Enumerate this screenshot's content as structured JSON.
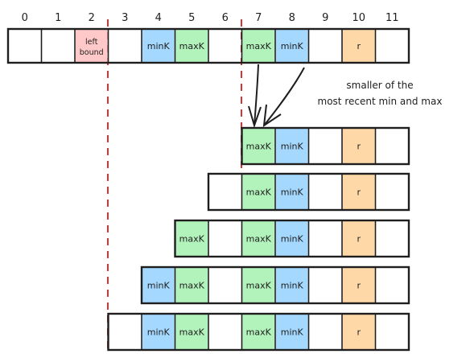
{
  "indices": [
    "0",
    "1",
    "2",
    "3",
    "4",
    "5",
    "6",
    "7",
    "8",
    "9",
    "10",
    "11"
  ],
  "colors": {
    "left_bound": "#ffc9c9",
    "min": "#a5d8ff",
    "max": "#b2f2bb",
    "r": "#ffd8a8",
    "dashed_line": "#e03131",
    "stroke": "#1e1e1e"
  },
  "top_row": {
    "cells": [
      {
        "label": "",
        "kind": "empty"
      },
      {
        "label": "",
        "kind": "empty"
      },
      {
        "label": "left bound",
        "lines": [
          "left",
          "bound"
        ],
        "kind": "left_bound"
      },
      {
        "label": "",
        "kind": "empty"
      },
      {
        "label": "minK",
        "kind": "min"
      },
      {
        "label": "maxK",
        "kind": "max"
      },
      {
        "label": "",
        "kind": "empty"
      },
      {
        "label": "maxK",
        "kind": "max"
      },
      {
        "label": "minK",
        "kind": "min"
      },
      {
        "label": "",
        "kind": "empty"
      },
      {
        "label": "r",
        "kind": "r"
      },
      {
        "label": "",
        "kind": "empty"
      }
    ]
  },
  "annotation": {
    "lines": [
      "smaller of the",
      "most recent min and max"
    ]
  },
  "window_rows": [
    {
      "start": 7,
      "cells": [
        {
          "label": "maxK",
          "kind": "max"
        },
        {
          "label": "minK",
          "kind": "min"
        },
        {
          "label": "",
          "kind": "empty"
        },
        {
          "label": "r",
          "kind": "r"
        },
        {
          "label": "",
          "kind": "empty"
        }
      ]
    },
    {
      "start": 6,
      "cells": [
        {
          "label": "",
          "kind": "empty"
        },
        {
          "label": "maxK",
          "kind": "max"
        },
        {
          "label": "minK",
          "kind": "min"
        },
        {
          "label": "",
          "kind": "empty"
        },
        {
          "label": "r",
          "kind": "r"
        },
        {
          "label": "",
          "kind": "empty"
        }
      ]
    },
    {
      "start": 5,
      "cells": [
        {
          "label": "maxK",
          "kind": "max"
        },
        {
          "label": "",
          "kind": "empty"
        },
        {
          "label": "maxK",
          "kind": "max"
        },
        {
          "label": "minK",
          "kind": "min"
        },
        {
          "label": "",
          "kind": "empty"
        },
        {
          "label": "r",
          "kind": "r"
        },
        {
          "label": "",
          "kind": "empty"
        }
      ]
    },
    {
      "start": 4,
      "cells": [
        {
          "label": "minK",
          "kind": "min"
        },
        {
          "label": "maxK",
          "kind": "max"
        },
        {
          "label": "",
          "kind": "empty"
        },
        {
          "label": "maxK",
          "kind": "max"
        },
        {
          "label": "minK",
          "kind": "min"
        },
        {
          "label": "",
          "kind": "empty"
        },
        {
          "label": "r",
          "kind": "r"
        },
        {
          "label": "",
          "kind": "empty"
        }
      ]
    },
    {
      "start": 3,
      "cells": [
        {
          "label": "",
          "kind": "empty"
        },
        {
          "label": "minK",
          "kind": "min"
        },
        {
          "label": "maxK",
          "kind": "max"
        },
        {
          "label": "",
          "kind": "empty"
        },
        {
          "label": "maxK",
          "kind": "max"
        },
        {
          "label": "minK",
          "kind": "min"
        },
        {
          "label": "",
          "kind": "empty"
        },
        {
          "label": "r",
          "kind": "r"
        },
        {
          "label": "",
          "kind": "empty"
        }
      ]
    }
  ]
}
